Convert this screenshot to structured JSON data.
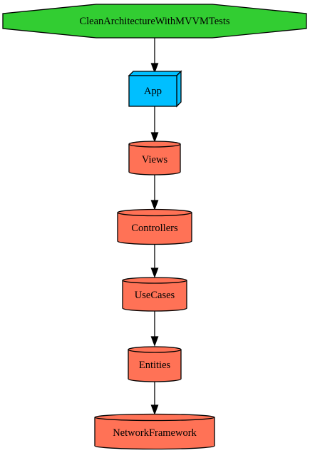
{
  "colors": {
    "target": "#32cd32",
    "app": "#00bfff",
    "module": "#ff7256",
    "line": "#000000"
  },
  "nodes": [
    {
      "id": "target",
      "label": "CleanArchitectureWithMVVMTests",
      "shape": "octagon"
    },
    {
      "id": "app",
      "label": "App",
      "shape": "box3d"
    },
    {
      "id": "views",
      "label": "Views",
      "shape": "cylinder"
    },
    {
      "id": "controllers",
      "label": "Controllers",
      "shape": "cylinder"
    },
    {
      "id": "usecases",
      "label": "UseCases",
      "shape": "cylinder"
    },
    {
      "id": "entities",
      "label": "Entities",
      "shape": "cylinder"
    },
    {
      "id": "networkframework",
      "label": "NetworkFramework",
      "shape": "cylinder"
    }
  ],
  "edges": [
    {
      "from": "target",
      "to": "app"
    },
    {
      "from": "app",
      "to": "views"
    },
    {
      "from": "views",
      "to": "controllers"
    },
    {
      "from": "controllers",
      "to": "usecases"
    },
    {
      "from": "usecases",
      "to": "entities"
    },
    {
      "from": "entities",
      "to": "networkframework"
    }
  ]
}
